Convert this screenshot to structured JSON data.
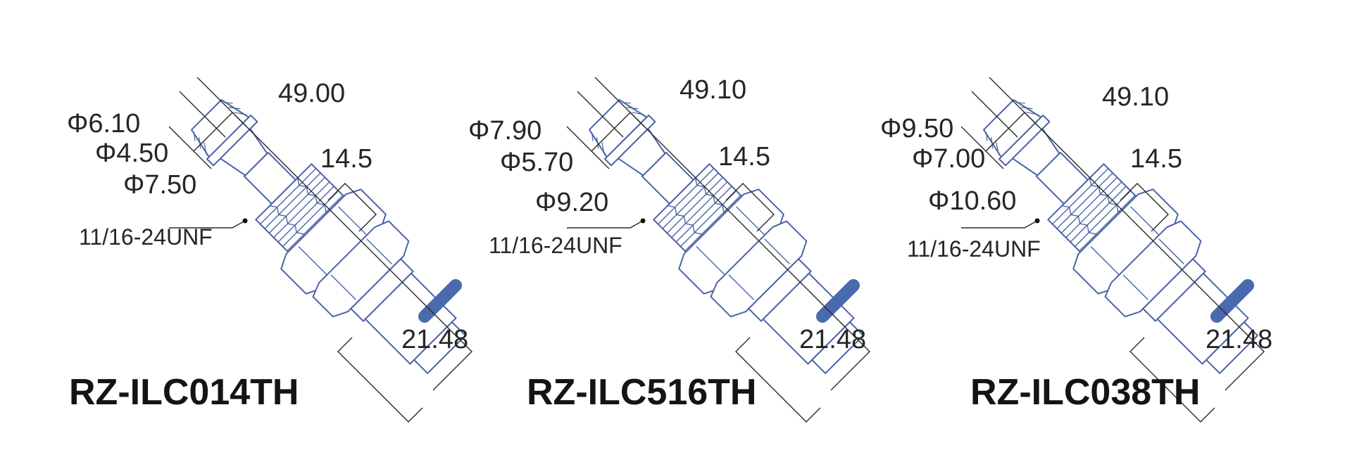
{
  "diagram": {
    "colors": {
      "part_outline": "#4a64a6",
      "oring": "#4a6aae",
      "dimension_line": "#2a2a2a",
      "text": "#262626"
    },
    "fittings": [
      {
        "model": "RZ-ILC014TH",
        "overall_length": "49.00",
        "nut_width": "14.5",
        "bottom_length": "21.48",
        "diameters": [
          "Φ6.10",
          "Φ4.50",
          "Φ7.50"
        ],
        "thread": "11/16-24UNF"
      },
      {
        "model": "RZ-ILC516TH",
        "overall_length": "49.10",
        "nut_width": "14.5",
        "bottom_length": "21.48",
        "diameters": [
          "Φ7.90",
          "Φ5.70",
          "Φ9.20"
        ],
        "thread": "11/16-24UNF"
      },
      {
        "model": "RZ-ILC038TH",
        "overall_length": "49.10",
        "nut_width": "14.5",
        "bottom_length": "21.48",
        "diameters": [
          "Φ9.50",
          "Φ7.00",
          "Φ10.60"
        ],
        "thread": "11/16-24UNF"
      }
    ]
  }
}
